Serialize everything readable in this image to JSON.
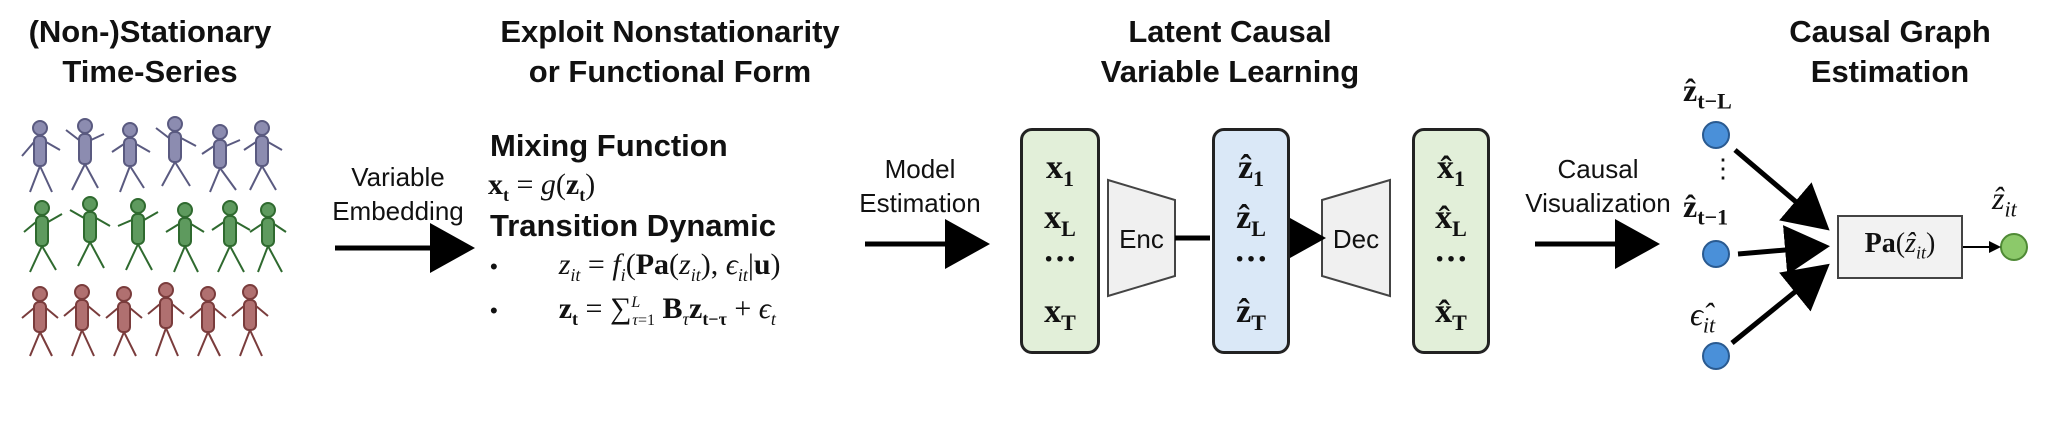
{
  "col1": {
    "title_line1": "(Non-)Stationary",
    "title_line2": "Time-Series"
  },
  "arrow1": {
    "line1": "Variable",
    "line2": "Embedding"
  },
  "col2": {
    "title_line1": "Exploit Nonstationarity",
    "title_line2": "or Functional Form",
    "mixing_heading": "Mixing Function",
    "mixing_eq": "x_t = g(z_t)",
    "transition_heading": "Transition Dynamic",
    "bullet1": "z_it = f_i(Pa(z_it), ε_it | u)",
    "bullet2": "z_t = Σ_{τ=1}^{L} B_τ z_{t−τ} + ε_t"
  },
  "arrow2": {
    "line1": "Model",
    "line2": "Estimation"
  },
  "col3": {
    "title_line1": "Latent Causal",
    "title_line2": "Variable Learning",
    "input_vars": [
      "x1",
      "xL",
      "···",
      "xT"
    ],
    "latent_vars": [
      "ẑ1",
      "ẑL",
      "···",
      "ẑT"
    ],
    "recon_vars": [
      "x̂1",
      "x̂L",
      "···",
      "x̂T"
    ],
    "encoder_label": "Enc",
    "decoder_label": "Dec"
  },
  "arrow3": {
    "line1": "Causal",
    "line2": "Visualization"
  },
  "col4": {
    "title_line1": "Causal Graph",
    "title_line2": "Estimation",
    "node_top": "ẑ t−L",
    "node_dots": "⋮",
    "node_mid": "ẑ t−1",
    "node_noise": "ε̂ it",
    "parent_box": "Pa(ẑ_it)",
    "target": "ẑ_it"
  },
  "colors": {
    "green_box": "#e2efd9",
    "blue_box": "#dae8f7",
    "node_blue": "#4a90d9",
    "node_green": "#8cc96a"
  }
}
